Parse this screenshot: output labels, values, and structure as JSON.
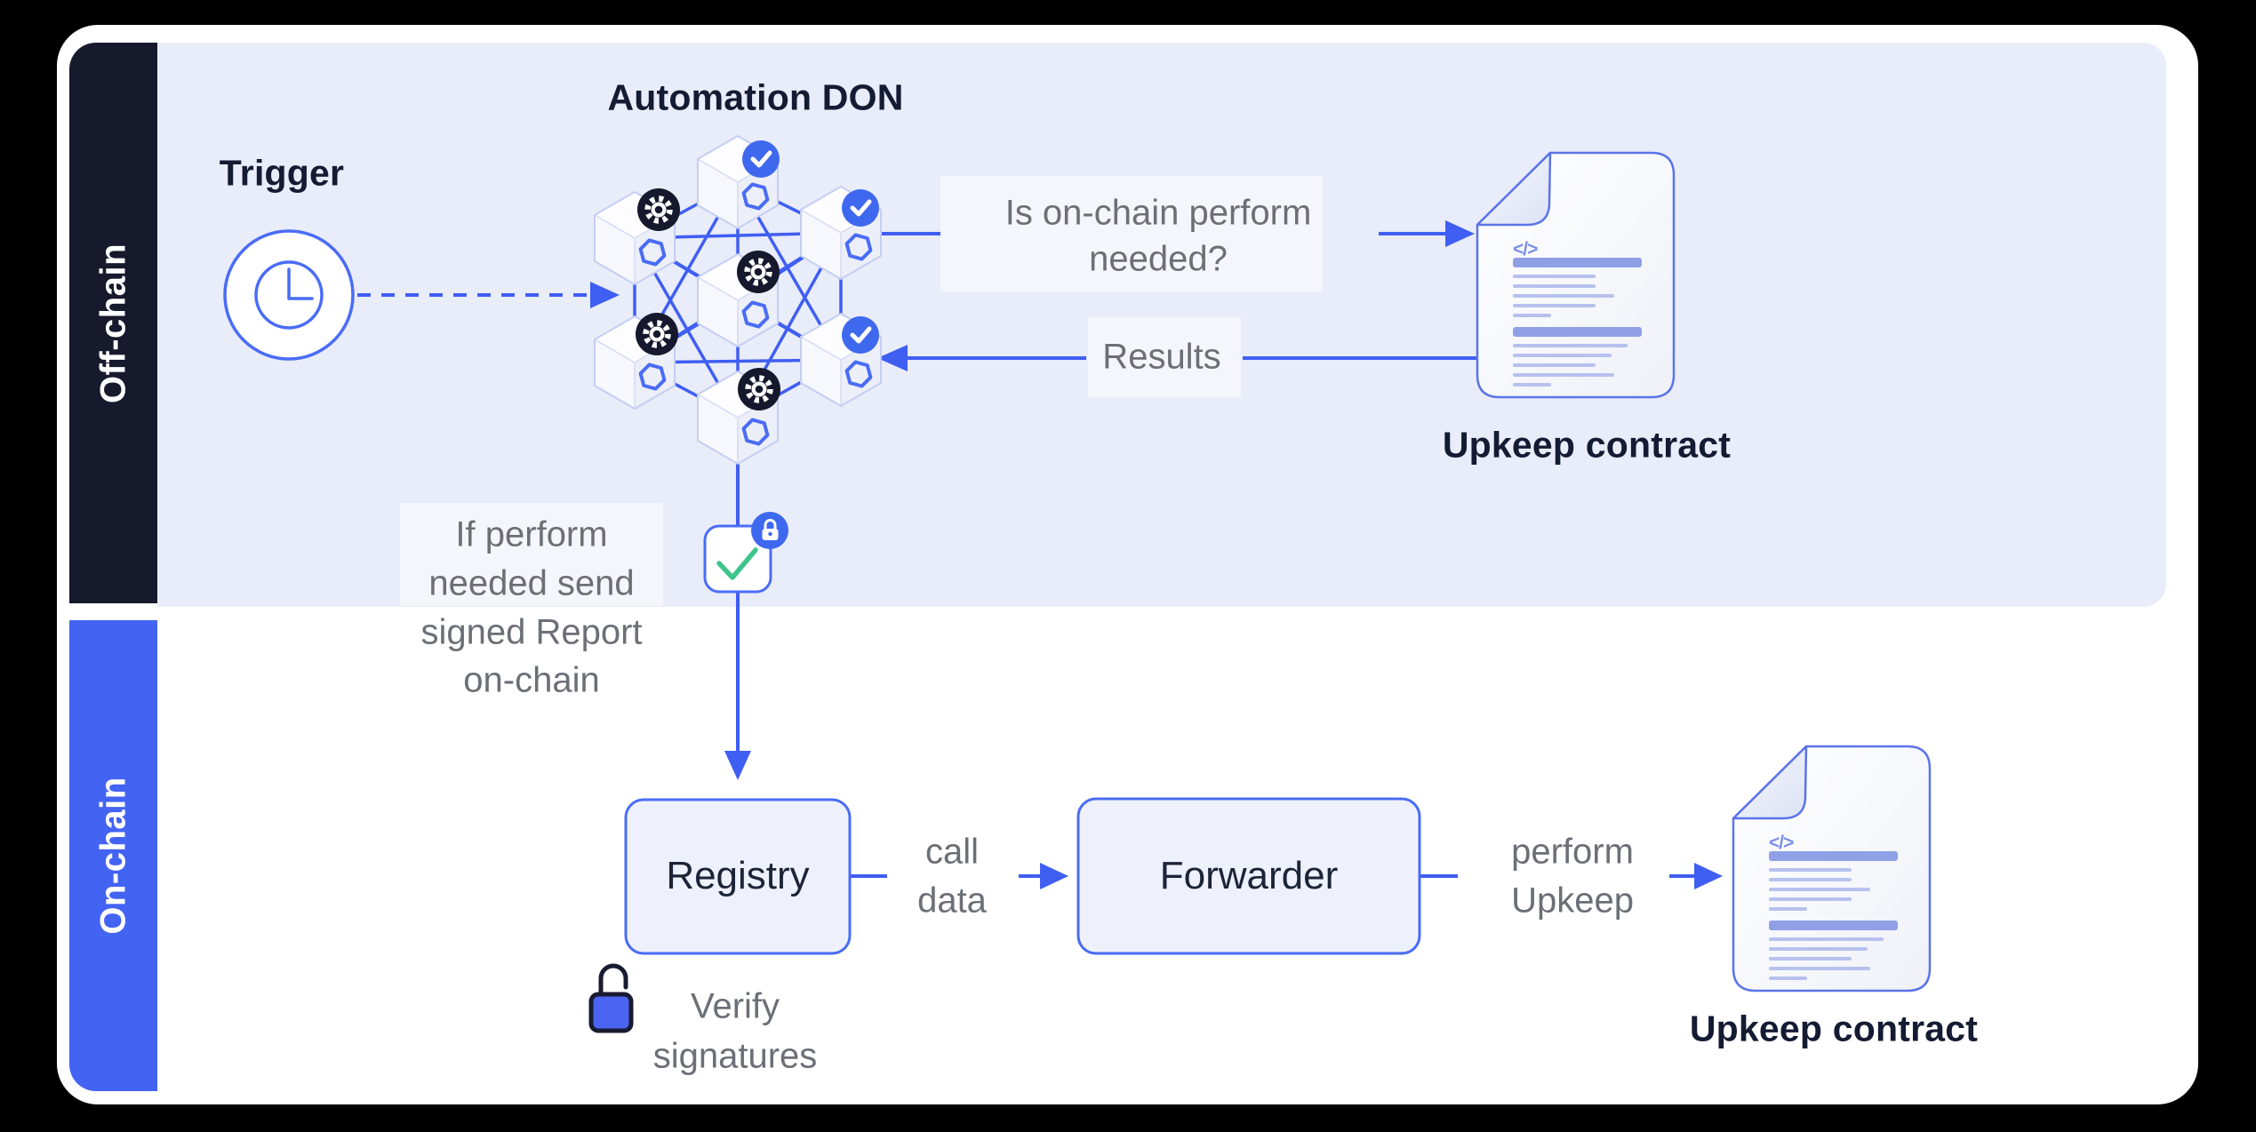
{
  "sidebar": {
    "offchain_label": "Off-chain",
    "onchain_label": "On-chain"
  },
  "offchain": {
    "trigger_label": "Trigger",
    "don_title": "Automation DON",
    "question_lines": [
      "Is on-chain perform",
      "needed?"
    ],
    "results_label": "Results",
    "report_note_lines": [
      "If perform",
      "needed send",
      "signed Report",
      "on-chain"
    ],
    "upkeep_label": "Upkeep contract"
  },
  "onchain": {
    "registry_label": "Registry",
    "forwarder_label": "Forwarder",
    "call_data_lines": [
      "call",
      "data"
    ],
    "perform_upkeep_lines": [
      "perform",
      "Upkeep"
    ],
    "verify_lines": [
      "Verify",
      "signatures"
    ],
    "upkeep_label": "Upkeep contract"
  },
  "doc_icon": {
    "code_glyph": "</>"
  },
  "colors": {
    "canvas": "#000000",
    "card": "#ffffff",
    "offchain_panel": "#e9ecf9",
    "offchain_band": "#17192d",
    "onchain_band": "#4363f2",
    "line_blue": "#3f5ef2",
    "box_border": "#4a6cf6",
    "box_fill": "#eef1fc",
    "doc_border": "#5b74e8",
    "check_badge": "#3e68ee",
    "gear_badge": "#16182d",
    "green_check": "#3ec48c",
    "gray_text": "#6b6f76",
    "dark_text": "#141b33"
  }
}
